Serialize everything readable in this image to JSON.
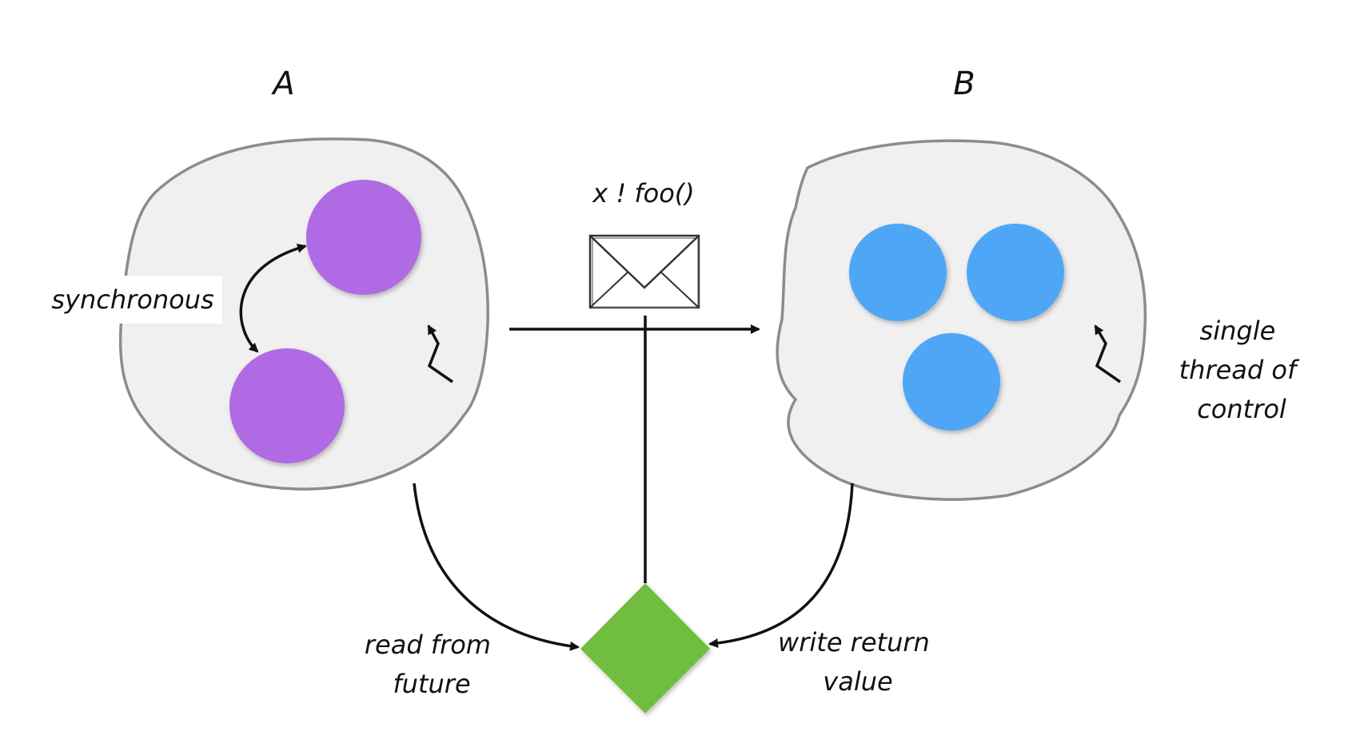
{
  "actors": {
    "a": {
      "label": "A"
    },
    "b": {
      "label": "B"
    }
  },
  "labels": {
    "message": "x ! foo()",
    "synchronous": "synchronous",
    "single_thread": [
      "single",
      "thread of",
      "control"
    ],
    "read_from_future": [
      "read from",
      "future"
    ],
    "write_return_value": [
      "write return",
      "value"
    ]
  },
  "colors": {
    "actor_fill": "#f0f0f0",
    "actor_stroke": "#8c8c8c",
    "object_a": "#b06be3",
    "object_b": "#4fa6f7",
    "future": "#6fbd40",
    "ink": "#111111"
  },
  "icons": {
    "thread": "lightning-icon",
    "message": "envelope-icon"
  }
}
